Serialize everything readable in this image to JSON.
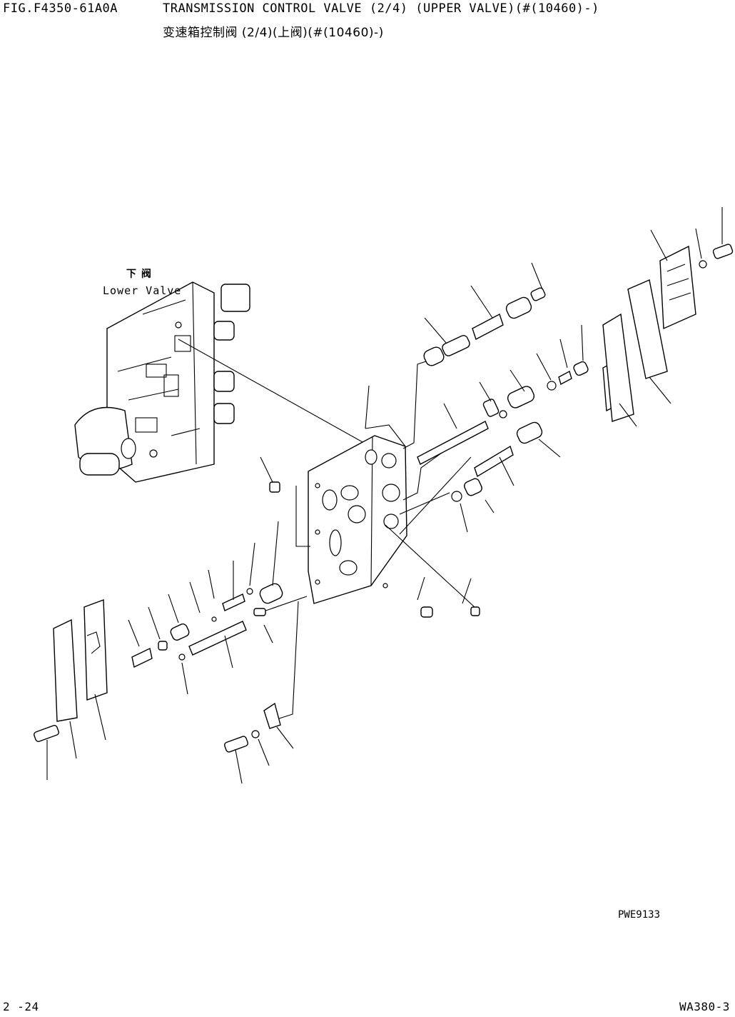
{
  "header": {
    "fig_no": "FIG.F4350-61A0A",
    "title_en": "TRANSMISSION CONTROL VALVE (2/4) (UPPER VALVE)(#(10460)-)",
    "title_cn": "变速箱控制阀 (2/4)(上阀)(#(10460)-)"
  },
  "diagram": {
    "lower_valve_label_cn": "下 阀",
    "lower_valve_label_en": "Lower Valve",
    "drawing_code": "PWE9133"
  },
  "footer": {
    "page": "2 -24",
    "model": "WA380-3"
  }
}
